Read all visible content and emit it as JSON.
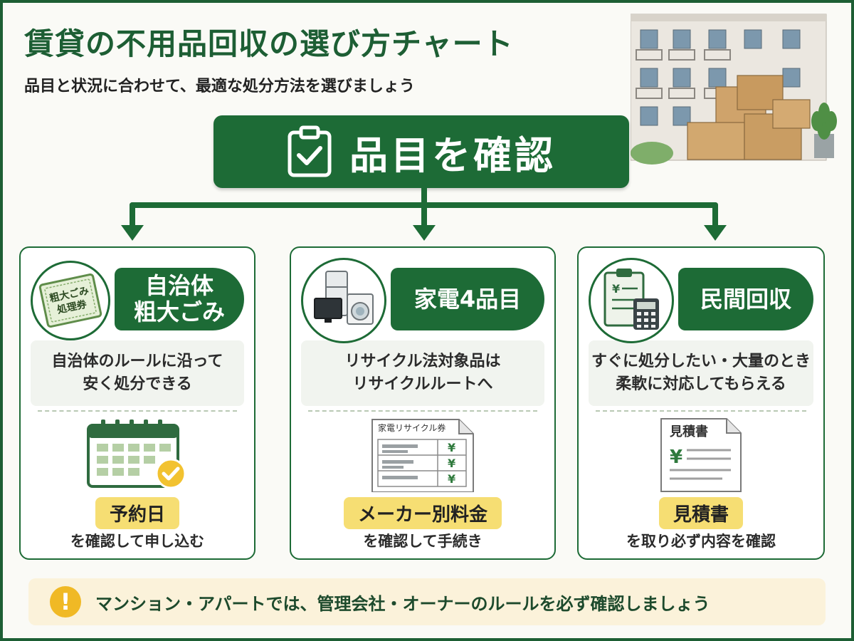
{
  "header": {
    "title": "賃貸の不用品回収の選び方チャート",
    "subtitle": "品目と状況に合わせて、最適な処分方法を選びましょう"
  },
  "start": {
    "label": "品目を確認",
    "icon": "clipboard-check-icon"
  },
  "routes": [
    {
      "heading_lines": [
        "自治体",
        "粗大ごみ"
      ],
      "icon": "bulky-waste-ticket-icon",
      "ticket_text": [
        "粗大ごみ",
        "処理券"
      ],
      "description": [
        "自治体のルールに沿って",
        "安く処分できる"
      ],
      "art_icon": "calendar-check-icon",
      "highlight": "予約日",
      "action": "を確認して申し込む"
    },
    {
      "heading_lines": [
        "家電4品目"
      ],
      "icon": "home-appliances-icon",
      "description": [
        "リサイクル法対象品は",
        "リサイクルルートへ"
      ],
      "art_icon": "recycling-ticket-icon",
      "ticket_title": "家電リサイクル券",
      "highlight": "メーカー別料金",
      "action": "を確認して手続き"
    },
    {
      "heading_lines": [
        "民間回収"
      ],
      "icon": "invoice-calculator-icon",
      "description": [
        "すぐに処分したい・大量のとき",
        "柔軟に対応してもらえる"
      ],
      "art_icon": "quote-document-icon",
      "quote_title": "見積書",
      "highlight": "見積書",
      "action": "を取り必ず内容を確認"
    }
  ],
  "notice": {
    "icon": "exclamation-icon",
    "text": "マンション・アパートでは、管理会社・オーナーのルールを必ず確認しましょう"
  },
  "colors": {
    "primary_green": "#1d6b36",
    "highlight_yellow": "#f6de73",
    "notice_bg": "#fbf2da",
    "warning_orange": "#f0b925"
  }
}
